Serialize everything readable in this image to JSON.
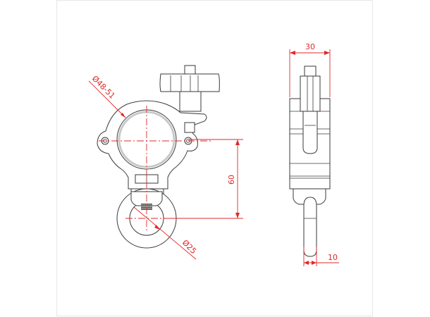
{
  "drawing": {
    "title": "Clamp technical drawing",
    "views": [
      "front-view",
      "side-view"
    ],
    "colors": {
      "line": "#3a3a3a",
      "dimension": "#e02828",
      "tube": "#c8c8c8",
      "frame": "#e6e6e6"
    },
    "dimensions": {
      "tube_diameter": "Ø48-51",
      "eye_diameter": "Ø25",
      "center_distance": "60",
      "width": "30",
      "eye_thickness": "10"
    }
  }
}
